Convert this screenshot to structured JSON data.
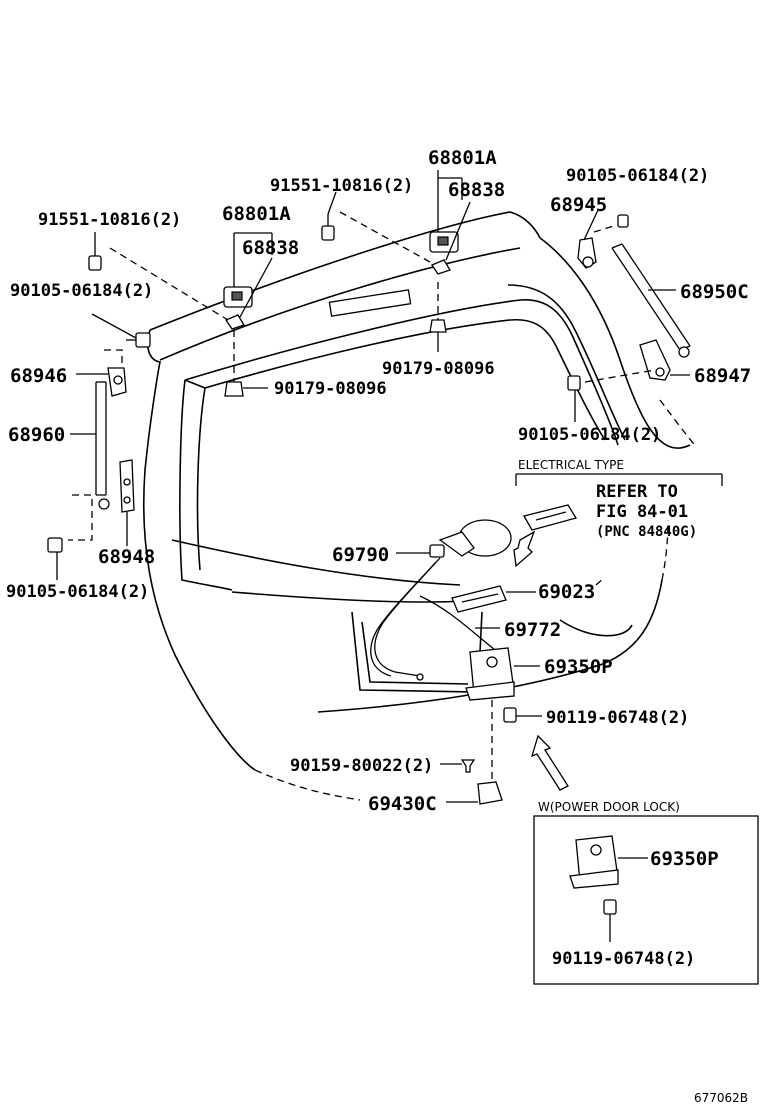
{
  "labels": {
    "p68801A_right": "68801A",
    "p68838_right": "68838",
    "p91551_right": "91551-10816(2)",
    "p68801A_left": "68801A",
    "p68838_left": "68838",
    "p91551_left": "91551-10816(2)",
    "p90105_top_right": "90105-06184(2)",
    "p68945": "68945",
    "p68950C": "68950C",
    "p90105_left_top": "90105-06184(2)",
    "p68946": "68946",
    "p90179_center": "90179-08096",
    "p90179_left": "90179-08096",
    "p68947": "68947",
    "p90105_right_mid": "90105-06184(2)",
    "p68960": "68960",
    "p68948": "68948",
    "p90105_left_bottom": "90105-06184(2)",
    "p69790": "69790",
    "p69023": "69023",
    "p69772": "69772",
    "p69350P": "69350P",
    "p90119": "90119-06748(2)",
    "p90159": "90159-80022(2)",
    "p69430C": "69430C",
    "p69350P_inset": "69350P",
    "p90119_inset": "90119-06748(2)"
  },
  "electrical": {
    "heading": "ELECTRICAL TYPE",
    "refer_line1": "REFER TO",
    "refer_line2": "FIG 84-01",
    "refer_line3": "(PNC 84840G)"
  },
  "inset": {
    "heading": "W(POWER DOOR LOCK)"
  },
  "figure_id": "677062B"
}
